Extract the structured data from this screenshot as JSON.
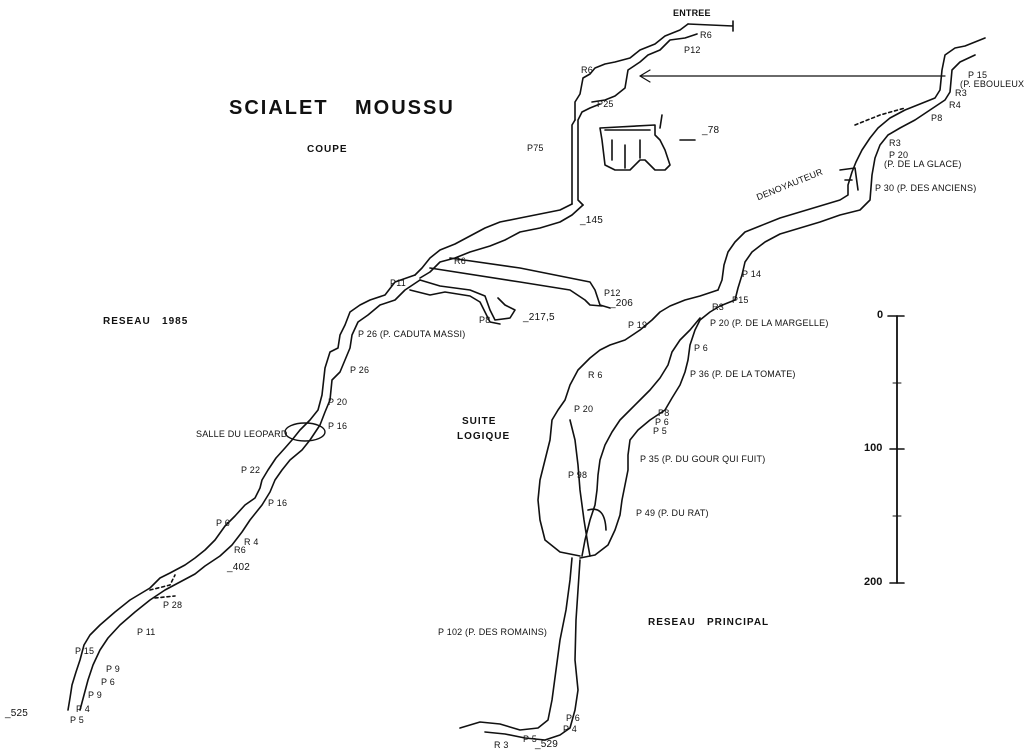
{
  "title_left": "SCIALET",
  "title_right": "MOUSSU",
  "subtitle": "COUPE",
  "regions": {
    "reseau_1985": "RESEAU   1985",
    "suite_logique_1": "SUITE",
    "suite_logique_2": "LOGIQUE",
    "reseau_principal": "RESEAU   PRINCIPAL",
    "salle_leopard": "SALLE DU LEOPARD",
    "denoyauteur": "DENOYAUTEUR",
    "entree": "ENTREE"
  },
  "depths": {
    "d78": "_78",
    "d145": "_145",
    "d206": "_206",
    "d217": "_217,5",
    "d402": "_402",
    "d525": "_525",
    "d529": "_529"
  },
  "scale": {
    "ticks": [
      "0",
      "100",
      "200"
    ]
  },
  "labels": {
    "r6_entree": "R6",
    "p12_top": "P12",
    "r6_left": "R6",
    "p25": "P25",
    "p75": "P75",
    "r6_mid": "R6",
    "p12_mid": "P12",
    "p11_a": "P11",
    "p8_a": "P8",
    "p26_caduta": "P 26 (P. CADUTA MASSI)",
    "p26": "P 26",
    "p20_a": "P 20",
    "p16_a": "P 16",
    "p22": "P 22",
    "p16_b": "P 16",
    "p6_a": "P 6",
    "r4": "R 4",
    "r6_b": "R6",
    "p28": "P 28",
    "p11_b": "P 11",
    "p15_a": "P 15",
    "p9_a": "P 9",
    "p6_b": "P 6",
    "p9_b": "P 9",
    "p4_a": "P 4",
    "p5_a": "P 5",
    "p15_ebouleux_1": "P 15",
    "p15_ebouleux_2": "(P. EBOULEUX)",
    "r3_a": "R3",
    "r4_b": "R4",
    "p8_b": "P8",
    "r3_b": "R3",
    "p20_glace_1": "P 20",
    "p20_glace_2": "(P. DE LA GLACE)",
    "p30_anciens": "P 30 (P. DES ANCIENS)",
    "p14": "P 14",
    "p15_b": "P15",
    "r3_c": "R3",
    "p19": "P 19",
    "p20_margelle": "P 20 (P. DE LA MARGELLE)",
    "p6_c": "P 6",
    "r6_c": "R 6",
    "p36_tomate": "P 36 (P. DE LA TOMATE)",
    "p20_b": "P 20",
    "p8_c": "P8",
    "p6_d": "P 6",
    "p5_b": "P 5",
    "p35_gour": "P 35 (P. DU GOUR QUI FUIT)",
    "p98": "P 98",
    "p49_rat": "P 49 (P. DU RAT)",
    "p102_romains": "P 102 (P. DES ROMAINS)",
    "p6_e": "P 6",
    "p4_b": "P 4",
    "r3_d": "R 3",
    "p5_c": "P 5"
  }
}
